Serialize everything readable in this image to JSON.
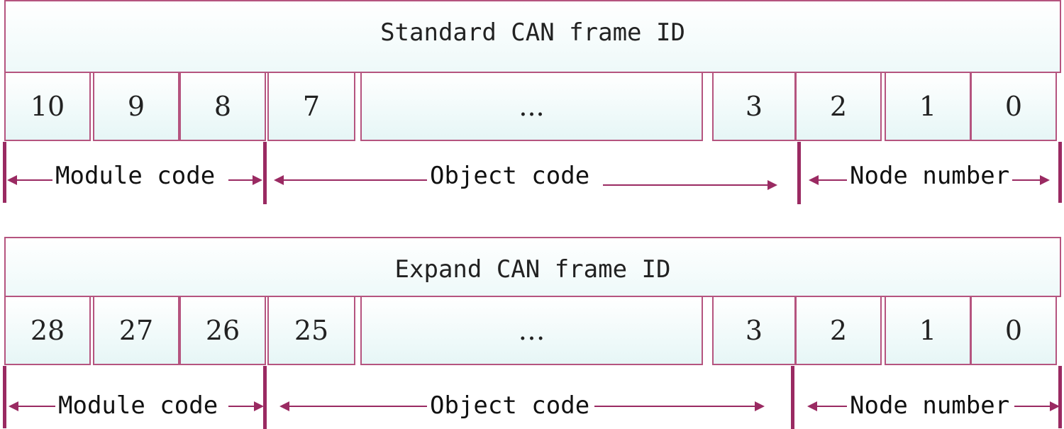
{
  "standard": {
    "title": "Standard CAN frame ID",
    "bits": [
      "10",
      "9",
      "8",
      "7",
      "...",
      "3",
      "2",
      "1",
      "0"
    ],
    "fields": {
      "module": "Module code",
      "object": "Object code",
      "node": "Node number"
    }
  },
  "expand": {
    "title": "Expand CAN frame ID",
    "bits": [
      "28",
      "27",
      "26",
      "25",
      "…",
      "3",
      "2",
      "1",
      "0"
    ],
    "fields": {
      "module": "Module code",
      "object": "Object code",
      "node": "Node number"
    }
  },
  "colors": {
    "border": "#b5547f",
    "separator": "#9a2a62"
  }
}
